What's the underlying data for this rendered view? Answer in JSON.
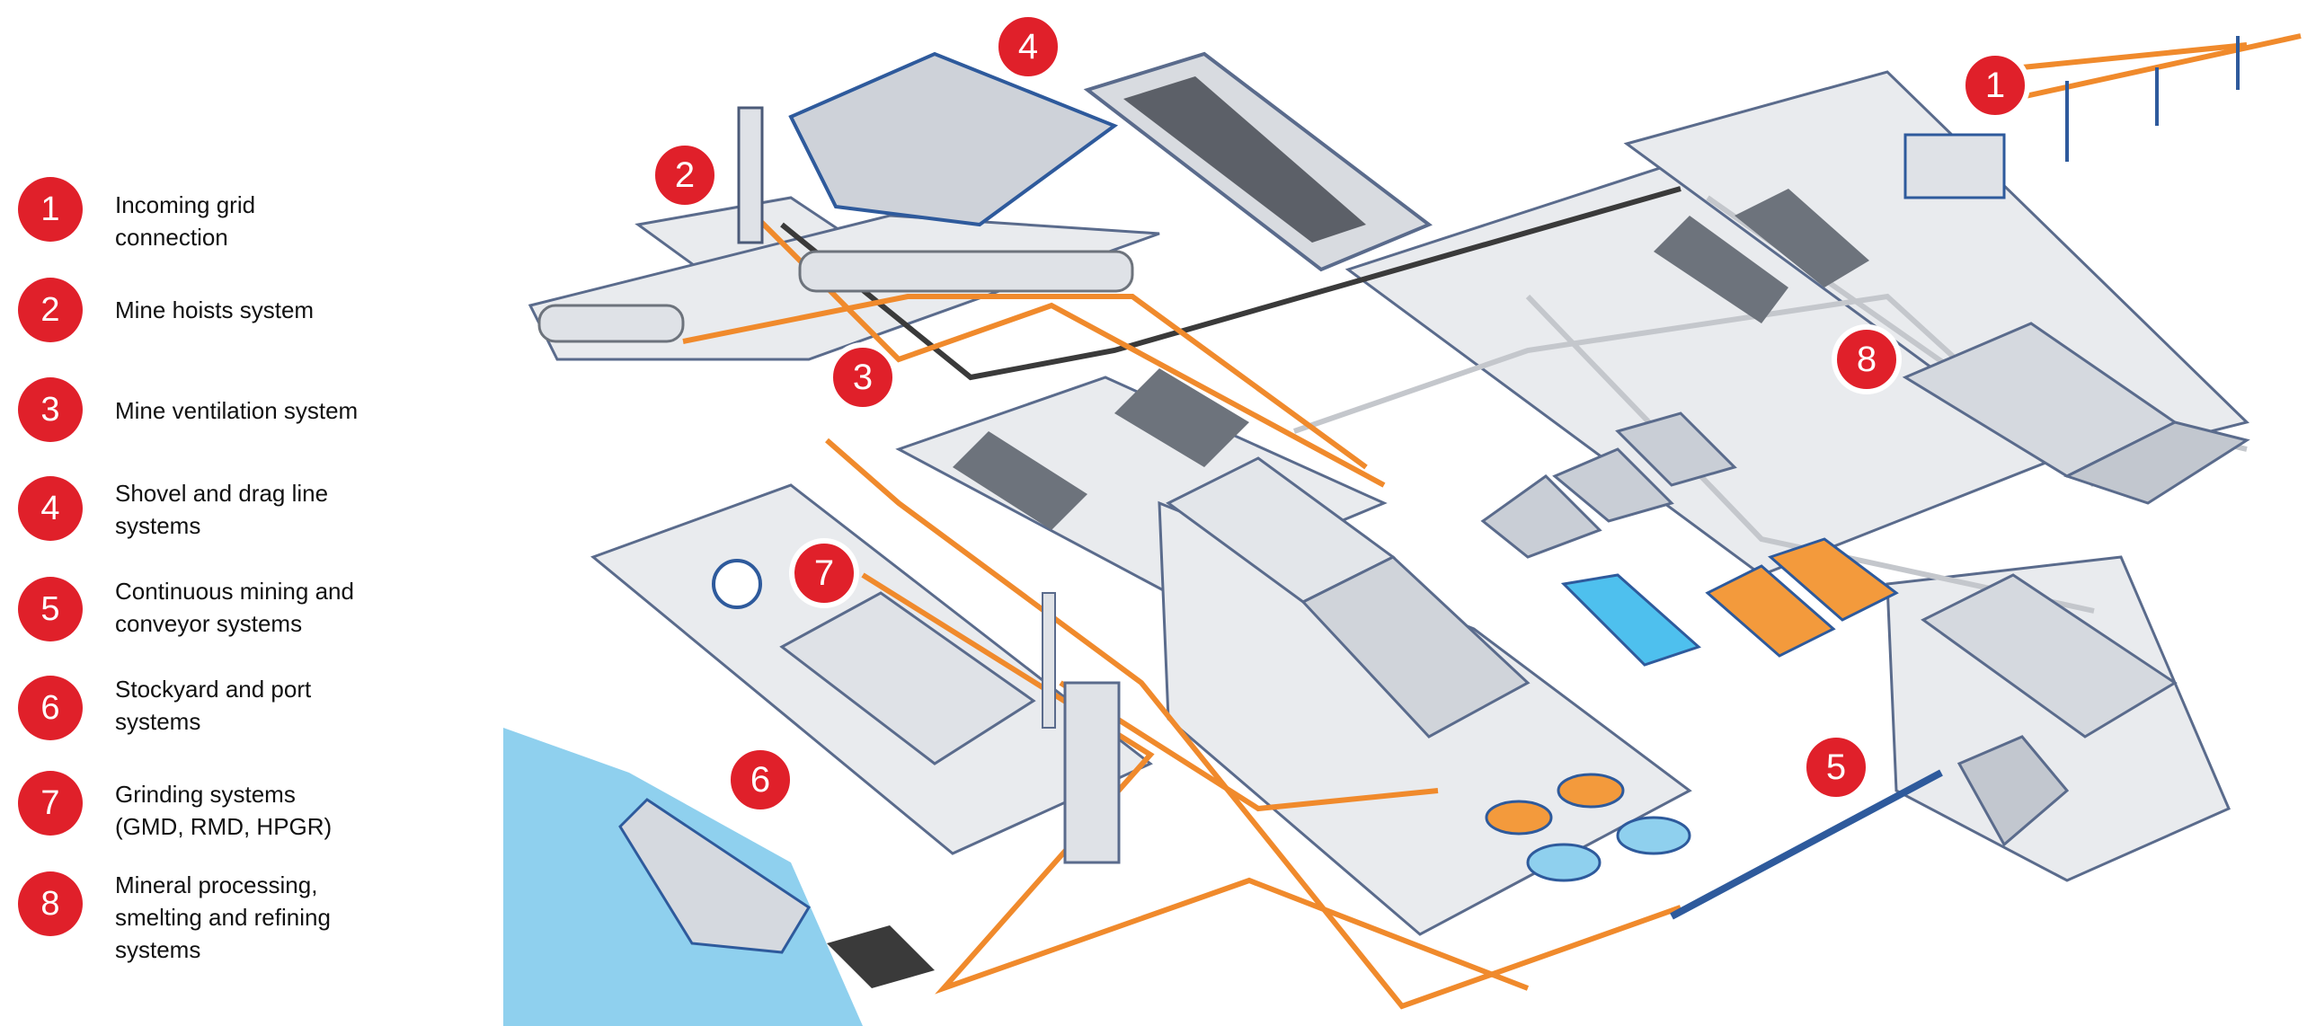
{
  "legend": {
    "items": [
      {
        "number": "1",
        "label": "Incoming grid\nconnection"
      },
      {
        "number": "2",
        "label": "Mine hoists system"
      },
      {
        "number": "3",
        "label": " Mine ventilation system"
      },
      {
        "number": "4",
        "label": "Shovel and drag line\nsystems"
      },
      {
        "number": "5",
        "label": "Continuous mining and\nconveyor systems"
      },
      {
        "number": "6",
        "label": "Stockyard and port\nsystems"
      },
      {
        "number": "7",
        "label": "Grinding systems\n(GMD, RMD, HPGR)"
      },
      {
        "number": "8",
        "label": "Mineral processing,\nsmelting and refining\nsystems"
      }
    ]
  },
  "markers": [
    "1",
    "2",
    "3",
    "4",
    "5",
    "6",
    "7",
    "8"
  ],
  "colors": {
    "badge": "#e0202a",
    "platform": "#e9ebee",
    "platform_stroke": "#5a6b8c",
    "building": "#c9ced6",
    "building_dark": "#6d737c",
    "orange_line": "#f08a2c",
    "dark_line": "#3a3a3a",
    "grey_line": "#c4c7cc",
    "water": "#8fd0ee",
    "tank": "#f39a3c",
    "steel": "#2e5a9c"
  }
}
